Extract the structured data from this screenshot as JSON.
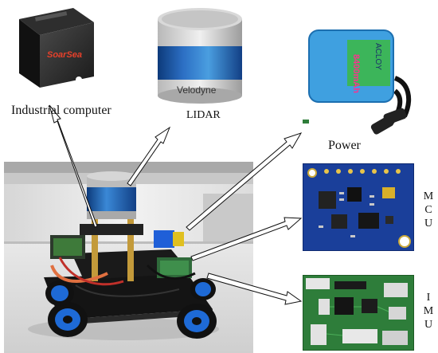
{
  "labels": {
    "industrial_computer": "Industrial computer",
    "lidar": "LIDAR",
    "power": "Power",
    "mcu": [
      "M",
      "C",
      "U"
    ],
    "imu": [
      "I",
      "M",
      "U"
    ]
  },
  "product_text": {
    "computer_brand": "SoarSea",
    "lidar_brand": "Velodyne",
    "battery_capacity": "8400mAh",
    "battery_brand": "ACLOY"
  },
  "colors": {
    "arrow_stroke": "#111111",
    "arrow_fill": "#ffffff",
    "lidar_blue": "#1f5fb0",
    "pcb_blue": "#1a3f9a",
    "pcb_green": "#2e7d3a",
    "battery_blue": "#3fa0e0"
  },
  "icons": [
    "computer-box-image",
    "lidar-sensor-image",
    "battery-pack-image",
    "robot-car-photo",
    "mcu-board-image",
    "imu-board-image"
  ]
}
